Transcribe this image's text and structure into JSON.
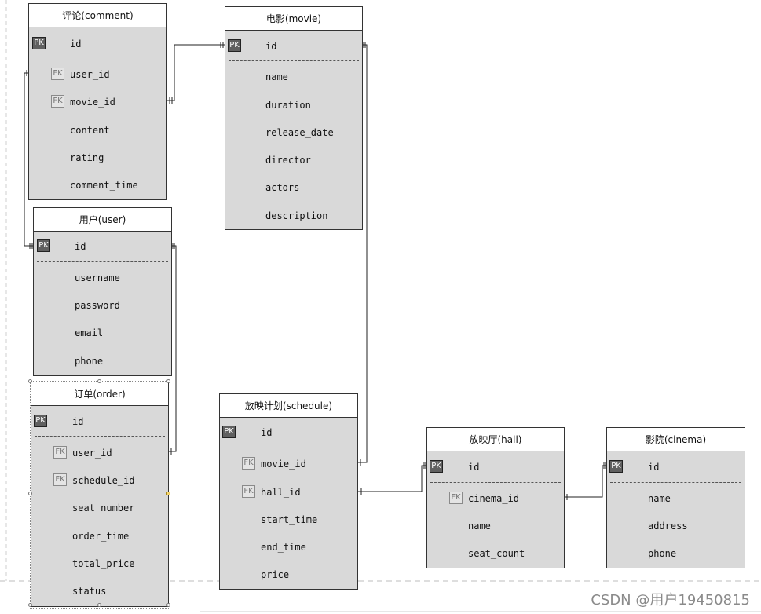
{
  "entities": {
    "comment": {
      "title": "评论(comment)",
      "fields": [
        {
          "key": "PK",
          "name": "id"
        },
        {
          "key": "FK",
          "name": "user_id"
        },
        {
          "key": "FK",
          "name": "movie_id"
        },
        {
          "key": "",
          "name": "content"
        },
        {
          "key": "",
          "name": "rating"
        },
        {
          "key": "",
          "name": "comment_time"
        }
      ]
    },
    "movie": {
      "title": "电影(movie)",
      "fields": [
        {
          "key": "PK",
          "name": "id"
        },
        {
          "key": "",
          "name": "name"
        },
        {
          "key": "",
          "name": "duration"
        },
        {
          "key": "",
          "name": "release_date"
        },
        {
          "key": "",
          "name": "director"
        },
        {
          "key": "",
          "name": "actors"
        },
        {
          "key": "",
          "name": "description"
        }
      ]
    },
    "user": {
      "title": "用户(user)",
      "fields": [
        {
          "key": "PK",
          "name": "id"
        },
        {
          "key": "",
          "name": "username"
        },
        {
          "key": "",
          "name": "password"
        },
        {
          "key": "",
          "name": "email"
        },
        {
          "key": "",
          "name": "phone"
        }
      ]
    },
    "order": {
      "title": "订单(order)",
      "fields": [
        {
          "key": "PK",
          "name": "id"
        },
        {
          "key": "FK",
          "name": "user_id"
        },
        {
          "key": "FK",
          "name": "schedule_id"
        },
        {
          "key": "",
          "name": "seat_number"
        },
        {
          "key": "",
          "name": "order_time"
        },
        {
          "key": "",
          "name": "total_price"
        },
        {
          "key": "",
          "name": "status"
        }
      ]
    },
    "schedule": {
      "title": "放映计划(schedule)",
      "fields": [
        {
          "key": "PK",
          "name": "id"
        },
        {
          "key": "FK",
          "name": "movie_id"
        },
        {
          "key": "FK",
          "name": "hall_id"
        },
        {
          "key": "",
          "name": "start_time"
        },
        {
          "key": "",
          "name": "end_time"
        },
        {
          "key": "",
          "name": "price"
        }
      ]
    },
    "hall": {
      "title": "放映厅(hall)",
      "fields": [
        {
          "key": "PK",
          "name": "id"
        },
        {
          "key": "FK",
          "name": "cinema_id"
        },
        {
          "key": "",
          "name": "name"
        },
        {
          "key": "",
          "name": "seat_count"
        }
      ]
    },
    "cinema": {
      "title": "影院(cinema)",
      "fields": [
        {
          "key": "PK",
          "name": "id"
        },
        {
          "key": "",
          "name": "name"
        },
        {
          "key": "",
          "name": "address"
        },
        {
          "key": "",
          "name": "phone"
        }
      ]
    }
  },
  "relationships": [
    {
      "from": "comment.movie_id",
      "to": "movie.id"
    },
    {
      "from": "comment.user_id",
      "to": "user.id"
    },
    {
      "from": "order.user_id",
      "to": "user.id"
    },
    {
      "from": "schedule.movie_id",
      "to": "movie.id"
    },
    {
      "from": "schedule.hall_id",
      "to": "hall.id"
    },
    {
      "from": "hall.cinema_id",
      "to": "cinema.id"
    }
  ],
  "watermark": "CSDN @用户19450815"
}
